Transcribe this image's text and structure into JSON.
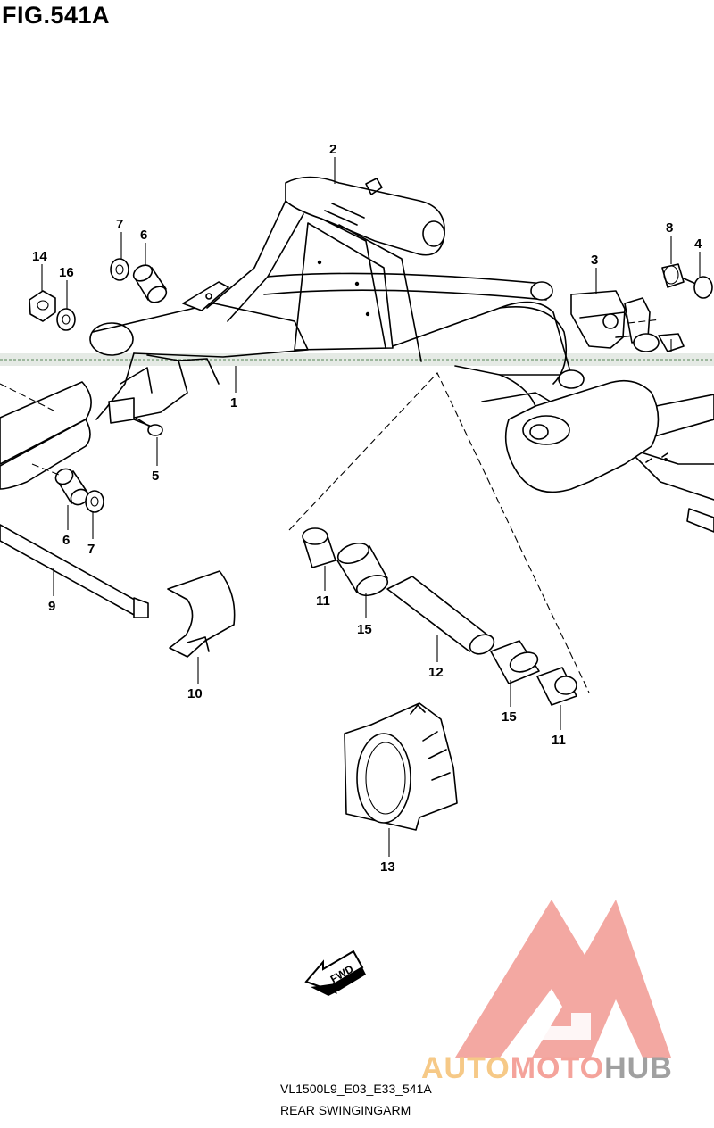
{
  "figure": {
    "title": "FIG.541A",
    "model_code": "VL1500L9_E03_E33_541A",
    "section_name": "REAR SWINGINGARM",
    "fwd_label": "FWD"
  },
  "callouts": [
    "1",
    "2",
    "3",
    "4",
    "5",
    "6",
    "6",
    "7",
    "7",
    "8",
    "9",
    "10",
    "11",
    "11",
    "12",
    "13",
    "14",
    "15",
    "15",
    "16"
  ],
  "watermark": {
    "part1": "AUTO",
    "part2": "MOTO",
    "part3": "HUB",
    "colors": {
      "auto": "#f6c987",
      "moto": "#f4a39b",
      "hub": "#a0a0a0",
      "logo": "#f08c84"
    }
  }
}
